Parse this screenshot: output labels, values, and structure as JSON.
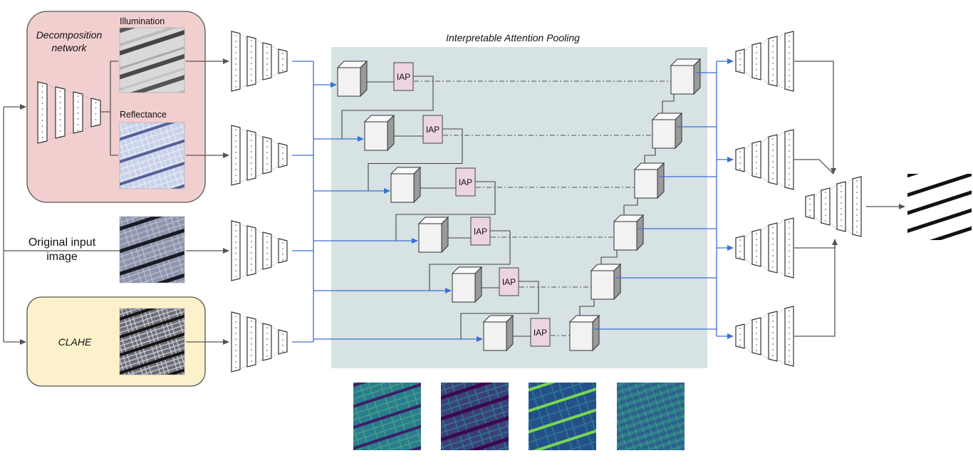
{
  "decomposition": {
    "title_line1": "Decomposition",
    "title_line2": "network",
    "illumination_label": "Illumination",
    "reflectance_label": "Reflectance"
  },
  "original_input": {
    "label_line1": "Original input",
    "label_line2": "image"
  },
  "clahe": {
    "label": "CLAHE"
  },
  "attention_pooling": {
    "title": "Interpretable Attention Pooling",
    "iap_label": "IAP"
  },
  "colors": {
    "decomposition_box": "#f2cfcf",
    "clahe_box": "#fdf1cc",
    "attention_panel": "#d6e2e3",
    "iap_box": "#ecd5e0",
    "blue_arrow": "#3a6fd8",
    "connector": "#555555"
  },
  "heatmap_colormap": "viridis",
  "icons": {
    "encoder": "encoder-block-icon",
    "decoder": "decoder-block-icon",
    "feature_cube": "feature-cube-icon",
    "output_mask": "segmentation-mask-icon"
  }
}
